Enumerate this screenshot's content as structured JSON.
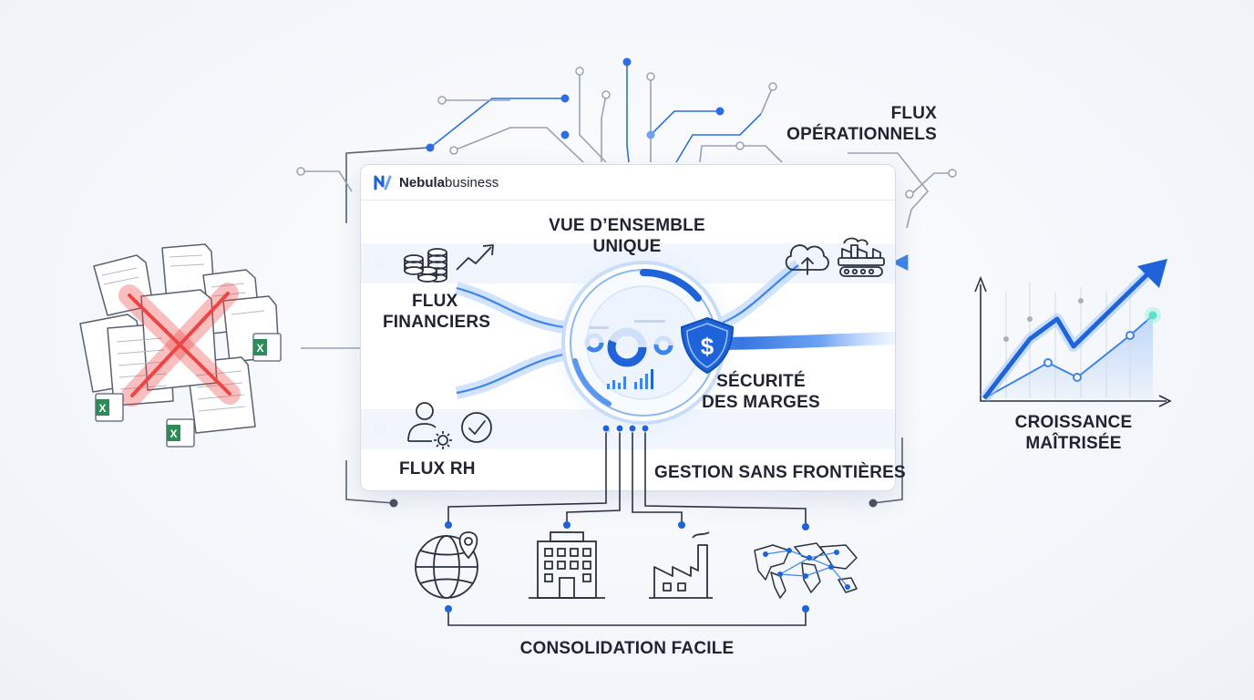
{
  "brand": {
    "name_bold": "Nebula",
    "name_light": "business",
    "color": "#1e63d9"
  },
  "labels": {
    "flux_operationnels": [
      "FLUX",
      "OPÉRATIONNELS"
    ],
    "vue_ensemble": [
      "VUE D’ENSEMBLE",
      "UNIQUE"
    ],
    "flux_financiers": [
      "FLUX",
      "FINANCIERS"
    ],
    "securite": [
      "SÉCURITÉ",
      "DES MARGES"
    ],
    "flux_rh": "FLUX RH",
    "gestion": "GESTION SANS FRONTIÈRES",
    "croissance": [
      "CROISSANCE",
      "MAÎTRISÉE"
    ],
    "consolidation": "CONSOLIDATION FACILE"
  },
  "icons": {
    "spreadsheet_badge": "X",
    "currency_symbol": "$"
  },
  "colors": {
    "accent": "#1e63d9",
    "accent_light": "#7fb0f5",
    "line": "#2a3140",
    "error": "#ee4444",
    "excel": "#2e8b57"
  }
}
